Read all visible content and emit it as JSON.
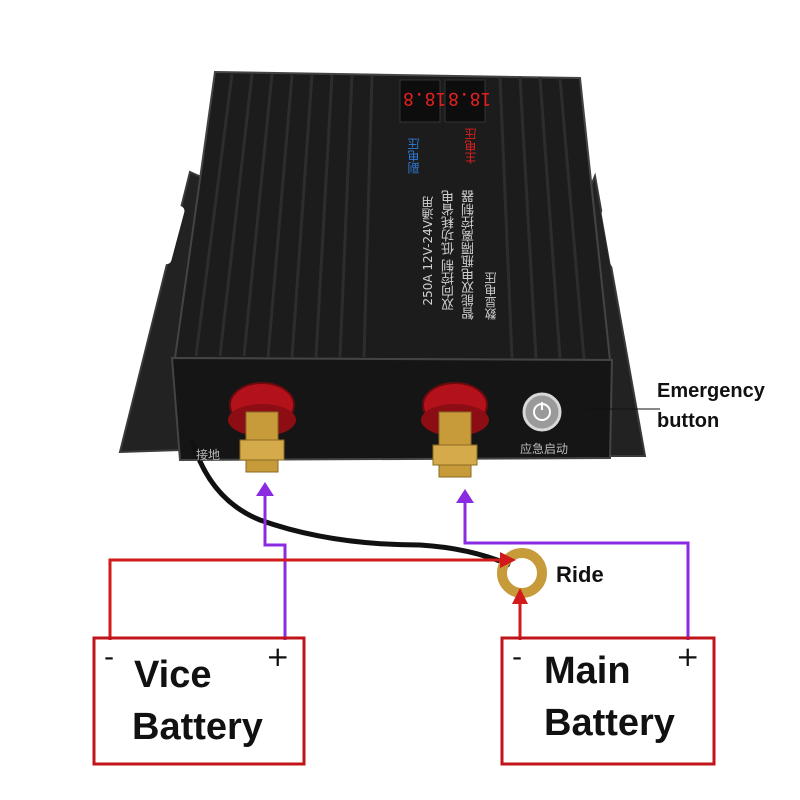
{
  "device": {
    "display_digits_left": "18.8",
    "display_digits_right": "18.8",
    "main_voltage_label": "主电压",
    "sub_voltage_label": "副电压",
    "title_line1": "数显电压",
    "title_line2": "智能双电瓶隔离控制器",
    "title_line3": "双向控制 低功耗省电",
    "title_line4": "250A 12V-24V通用",
    "ground_label": "接地",
    "emergency_start_label": "应急启动"
  },
  "annotations": {
    "emergency_line1": "Emergency",
    "emergency_line2": "button",
    "ride": "Ride"
  },
  "batteries": {
    "vice": {
      "line1": "Vice",
      "line2": "Battery",
      "minus": "-",
      "plus": "+"
    },
    "main": {
      "line1": "Main",
      "line2": "Battery",
      "minus": "-",
      "plus": "+"
    }
  },
  "colors": {
    "housing": "#1c1c1c",
    "terminal_red": "#b3121b",
    "brass": "#c79a3a",
    "wire_red": "#d21a1a",
    "wire_purple": "#8a2be2",
    "display_red": "#e02020",
    "display_blue": "#2f7bd8"
  }
}
